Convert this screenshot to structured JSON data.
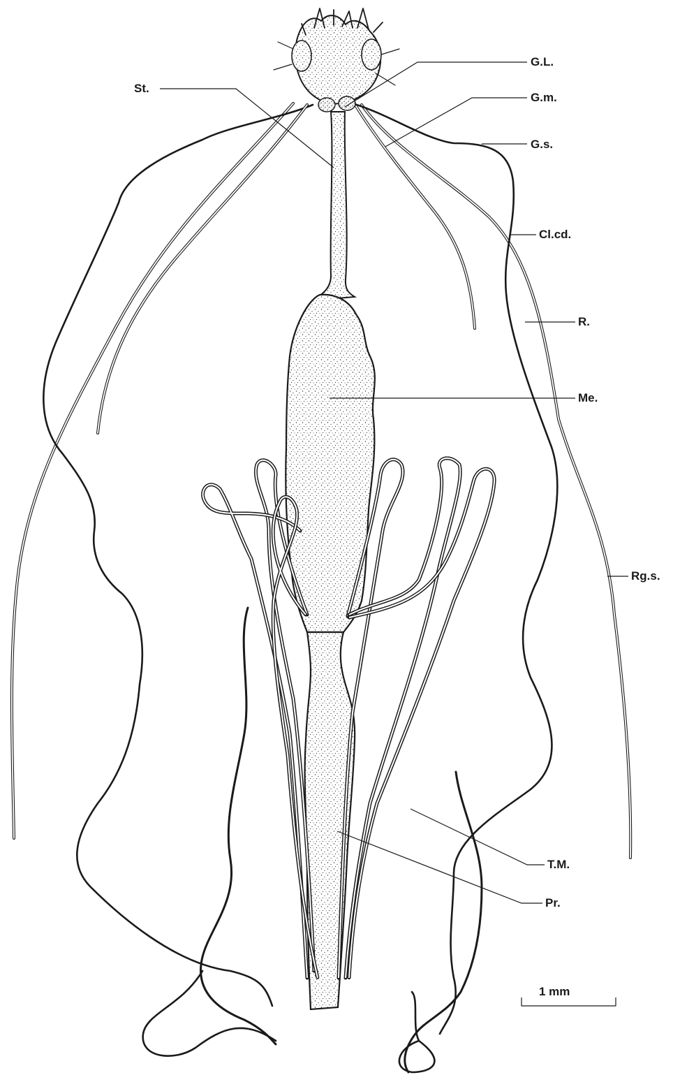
{
  "labels": {
    "gl": "G.L.",
    "st": "St.",
    "gm": "G.m.",
    "gs": "G.s.",
    "clcd": "Cl.cd.",
    "r": "R.",
    "me": "Me.",
    "rgs": "Rg.s.",
    "tm": "T.M.",
    "pr": "Pr."
  },
  "scale_bar": {
    "label": "1 mm"
  },
  "colors": {
    "ink": "#1a1a1a",
    "paper": "#ffffff"
  }
}
